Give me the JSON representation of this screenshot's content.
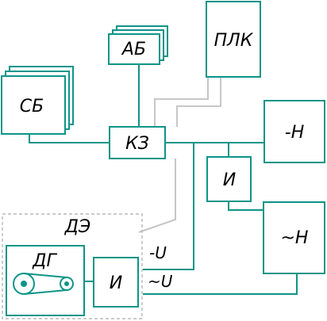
{
  "blocks": {
    "ab": "АБ",
    "plc": "ПЛК",
    "sb": "СБ",
    "kz": "КЗ",
    "dc_load": "-Н",
    "inverter_top": "И",
    "ac_load": "~Н",
    "de": "ДЭ",
    "dg": "ДГ",
    "inverter_bottom": "И"
  },
  "bus": {
    "dc": "-U",
    "ac": "~U"
  }
}
